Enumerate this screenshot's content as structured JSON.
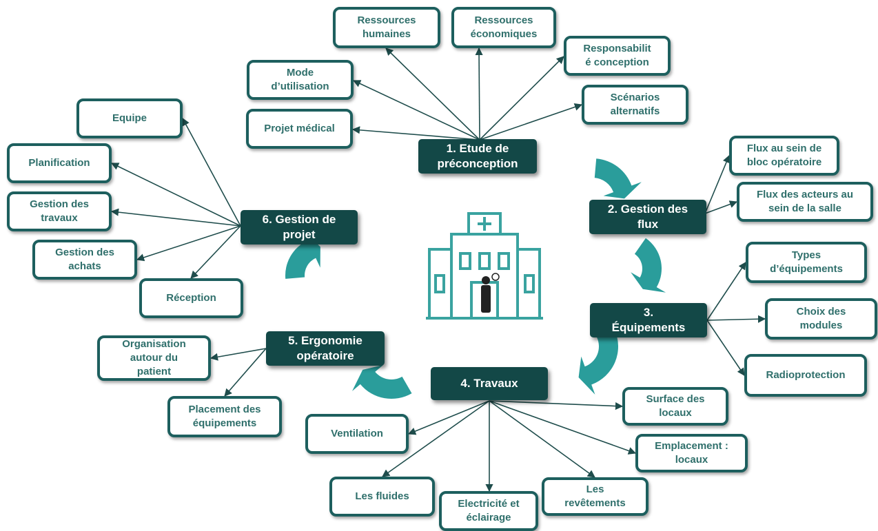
{
  "stages": [
    {
      "id": "s1",
      "label": "1. Etude de\npréconception"
    },
    {
      "id": "s2",
      "label": "2. Gestion des\nflux"
    },
    {
      "id": "s3",
      "label": "3.\nÉquipements"
    },
    {
      "id": "s4",
      "label": "4. Travaux"
    },
    {
      "id": "s5",
      "label": "5. Ergonomie\nopératoire"
    },
    {
      "id": "s6",
      "label": "6. Gestion de\nprojet"
    }
  ],
  "leaves": {
    "s1": [
      "Ressources\nhumaines",
      "Ressources\néconomiques",
      "Responsabilit\né conception",
      "Mode\nd’utilisation",
      "Scénarios\nalternatifs",
      "Projet médical"
    ],
    "s2": [
      "Flux au sein de\nbloc opératoire",
      "Flux des acteurs au\nsein de la salle"
    ],
    "s3": [
      "Types\nd’équipements",
      "Choix des\nmodules",
      "Radioprotection"
    ],
    "s4": [
      "Surface des\nlocaux",
      "Emplacement :\nlocaux",
      "Ventilation",
      "Les fluides",
      "Electricité et\néclairage",
      "Les\nrevêtements"
    ],
    "s5": [
      "Organisation\nautour du\npatient",
      "Placement des\néquipements"
    ],
    "s6": [
      "Equipe",
      "Planification",
      "Gestion des\ntravaux",
      "Gestion des\nachats",
      "Réception"
    ]
  },
  "center_icon": "hospital-building-icon",
  "colors": {
    "dark_teal": "#134847",
    "border_teal": "#1d5f5e",
    "text_teal": "#2f6f6b",
    "arrow_teal": "#2a9d9b",
    "icon_teal": "#3aa3a0"
  }
}
